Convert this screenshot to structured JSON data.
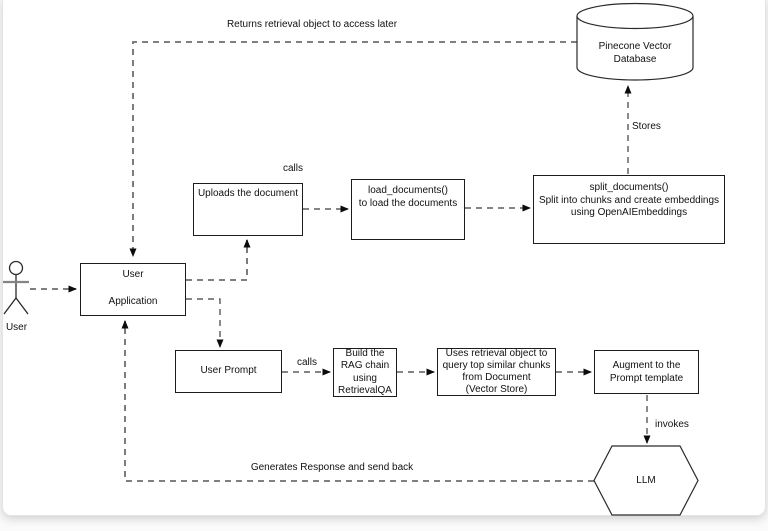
{
  "labels": {
    "returns": "Returns retrieval object to access later",
    "calls_top": "calls",
    "stores": "Stores",
    "calls_bottom": "calls",
    "invokes": "invokes",
    "generates": "Generates Response and send back",
    "user": "User"
  },
  "nodes": {
    "pinecone": {
      "lines": [
        "Pinecone Vector",
        "Database"
      ]
    },
    "uploads": {
      "label": "Uploads the document"
    },
    "load": {
      "lines": [
        "load_documents()",
        "to load the documents"
      ]
    },
    "split": {
      "lines": [
        "split_documents()",
        "Split into chunks and create embeddings",
        "using OpenAIEmbeddings"
      ]
    },
    "user_app": {
      "lines": [
        "User",
        "Application"
      ]
    },
    "user_prompt": {
      "label": "User Prompt"
    },
    "build_rag": {
      "lines": [
        "Build the",
        "RAG chain",
        "using",
        "RetrievalQA"
      ]
    },
    "uses_retrieval": {
      "lines": [
        "Uses retrieval object to",
        "query top similar chunks",
        "from Document",
        "(Vector Store)"
      ]
    },
    "augment": {
      "lines": [
        "Augment to the",
        "Prompt template"
      ]
    },
    "llm": {
      "label": "LLM"
    }
  },
  "colors": {
    "wire_gray": "#6e6e6e",
    "wire_dark": "#3c3c3c",
    "shape_stroke": "#2a2a2a",
    "box_border": "#1c1c1c",
    "canvas": "#ffffff"
  }
}
